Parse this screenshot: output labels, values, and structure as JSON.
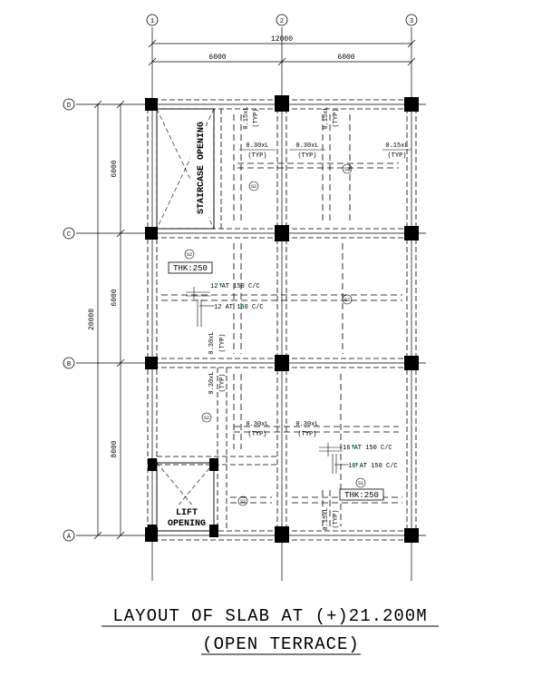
{
  "grid": {
    "columns": [
      "1",
      "2",
      "3"
    ],
    "rows": [
      "D",
      "C",
      "B",
      "A"
    ]
  },
  "dimensions": {
    "overall_width": "12000",
    "bay_1_2": "6000",
    "bay_2_3": "6000",
    "overall_depth": "20000",
    "bay_D_C": "6000",
    "bay_C_B": "6000",
    "bay_B_A": "8000"
  },
  "labels": {
    "staircase": "STAIRCASE OPENING",
    "lift_line1": "LIFT",
    "lift_line2": "OPENING",
    "thk_1": "THK:250",
    "thk_2": "THK:250",
    "bar_1": "12 AT 150 C/C",
    "bar_2": "12 AT 150 C/C",
    "bar_3": "16 AT 150 C/C",
    "bar_4": "16 AT 150 C/C",
    "w015": "0.15xL",
    "w030": "0.30xL",
    "typ": "(TYP)",
    "s1": "S1",
    "s2": "S2"
  },
  "title": {
    "line1": "LAYOUT OF SLAB AT (+)21.200M",
    "line2": "(OPEN TERRACE)"
  },
  "colors": {
    "line": "#000000",
    "bar_mark": "#00b050"
  }
}
